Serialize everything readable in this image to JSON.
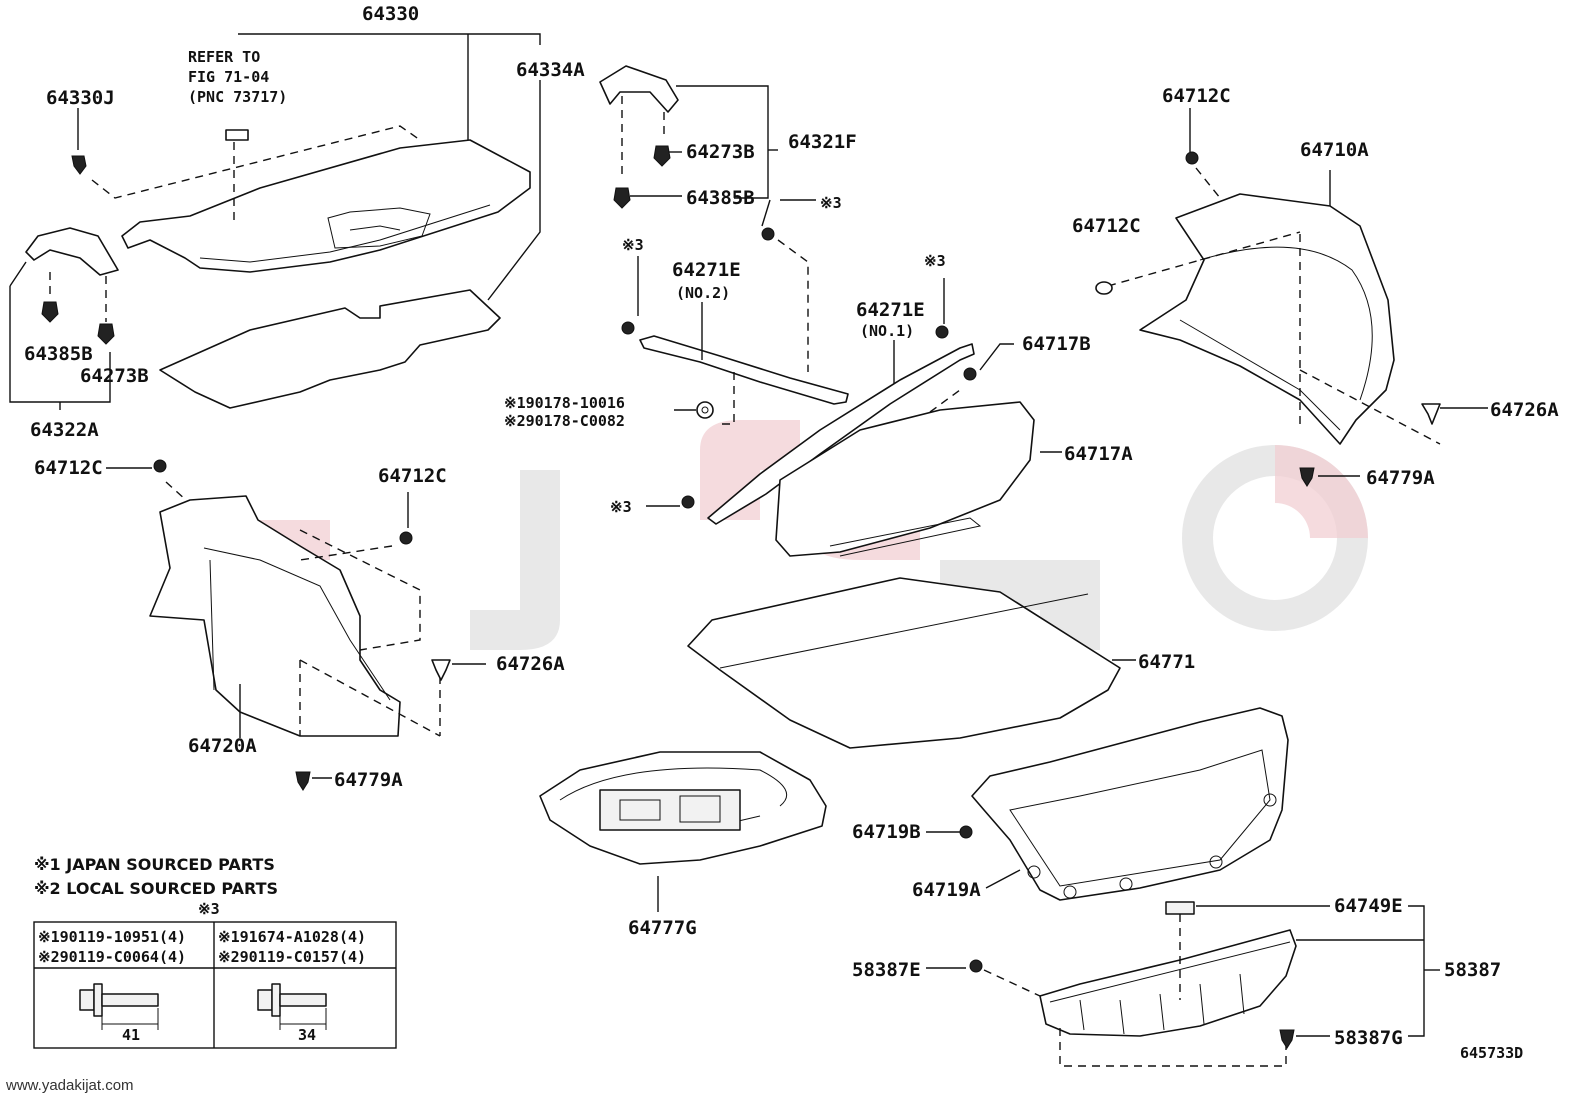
{
  "callouts": {
    "p64330": "64330",
    "refer_line1": "REFER TO",
    "refer_line2": "FIG 71-04",
    "refer_line3": "(PNC 73717)",
    "p64330J": "64330J",
    "p64334A": "64334A",
    "p64273B_top": "64273B",
    "p64321F": "64321F",
    "p64385B_top": "64385B",
    "ref3_a": "※3",
    "ref3_b": "※3",
    "ref3_c": "※3",
    "ref3_d": "※3",
    "p64271E_no2": "64271E",
    "no2": "(NO.2)",
    "p64271E_no1": "64271E",
    "no1": "(NO.1)",
    "p64717B": "64717B",
    "p64717A": "64717A",
    "p64712C_right_top": "64712C",
    "p64710A": "64710A",
    "p64712C_right_mid": "64712C",
    "p64726A_right": "64726A",
    "p64779A_right": "64779A",
    "p64385B_left": "64385B",
    "p64273B_left": "64273B",
    "p64322A": "64322A",
    "bolt1": "※190178-10016",
    "bolt2": "※290178-C0082",
    "p64712C_left": "64712C",
    "p64712C_center": "64712C",
    "p64726A_left": "64726A",
    "p64720A": "64720A",
    "p64779A_left": "64779A",
    "p64771": "64771",
    "p64719B": "64719B",
    "p64719A": "64719A",
    "p64777G": "64777G",
    "p64749E": "64749E",
    "p58387E": "58387E",
    "p58387": "58387",
    "p58387G": "58387G",
    "drawing_no": "645733D"
  },
  "legend": {
    "line1": "※1 JAPAN SOURCED PARTS",
    "line2": "※2 LOCAL SOURCED PARTS",
    "table_header": "※3",
    "col1_row1": "※190119-10951(4)",
    "col1_row2": "※290119-C0064(4)",
    "col2_row1": "※191674-A1028(4)",
    "col2_row2": "※290119-C0157(4)",
    "col1_dim": "41",
    "col2_dim": "34"
  },
  "footer": {
    "url": "www.yadakijat.com"
  },
  "colors": {
    "ink": "#111111",
    "watermark_red": "#f2cfd3",
    "watermark_gray": "#e4e4e4"
  }
}
